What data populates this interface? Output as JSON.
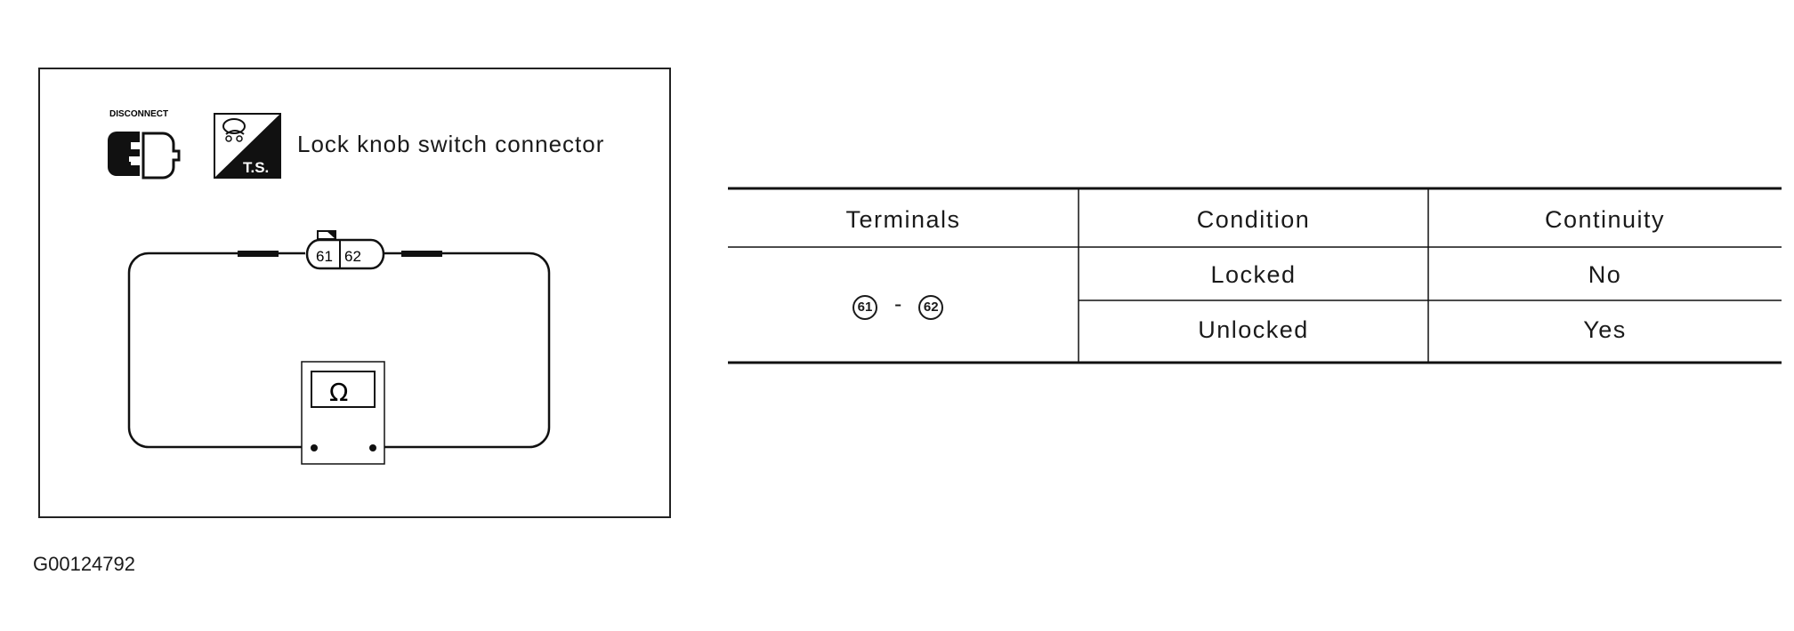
{
  "diagram": {
    "disconnect_label": "DISCONNECT",
    "ts_label": "T.S.",
    "connector_title": "Lock knob switch connector",
    "pin_left": "61",
    "pin_right": "62",
    "meter_symbol": "Ω"
  },
  "table": {
    "headers": [
      "Terminals",
      "Condition",
      "Continuity"
    ],
    "terminal_a": "61",
    "terminal_sep": "-",
    "terminal_b": "62",
    "rows": [
      {
        "condition": "Locked",
        "continuity": "No"
      },
      {
        "condition": "Unlocked",
        "continuity": "Yes"
      }
    ]
  },
  "figure_id": "G00124792"
}
